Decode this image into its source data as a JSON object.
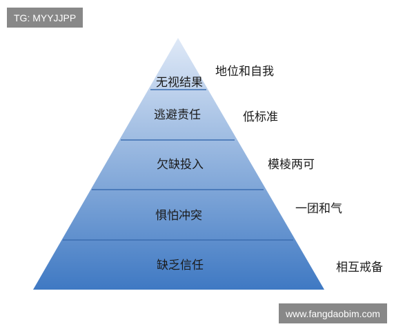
{
  "watermarks": {
    "top": "TG: MYYJJPP",
    "bottom": "www.fangdaobim.com"
  },
  "pyramid": {
    "layers": [
      {
        "label": "无视结果",
        "side": "地位和自我"
      },
      {
        "label": "逃避责任",
        "side": "低标准"
      },
      {
        "label": "欠缺投入",
        "side": "模棱两可"
      },
      {
        "label": "惧怕冲突",
        "side": "一团和气"
      },
      {
        "label": "缺乏信任",
        "side": "相互戒备"
      }
    ],
    "colors": {
      "top": "#dfe9f7",
      "bottom": "#3f79c3",
      "divider": "#3a6db0"
    }
  }
}
